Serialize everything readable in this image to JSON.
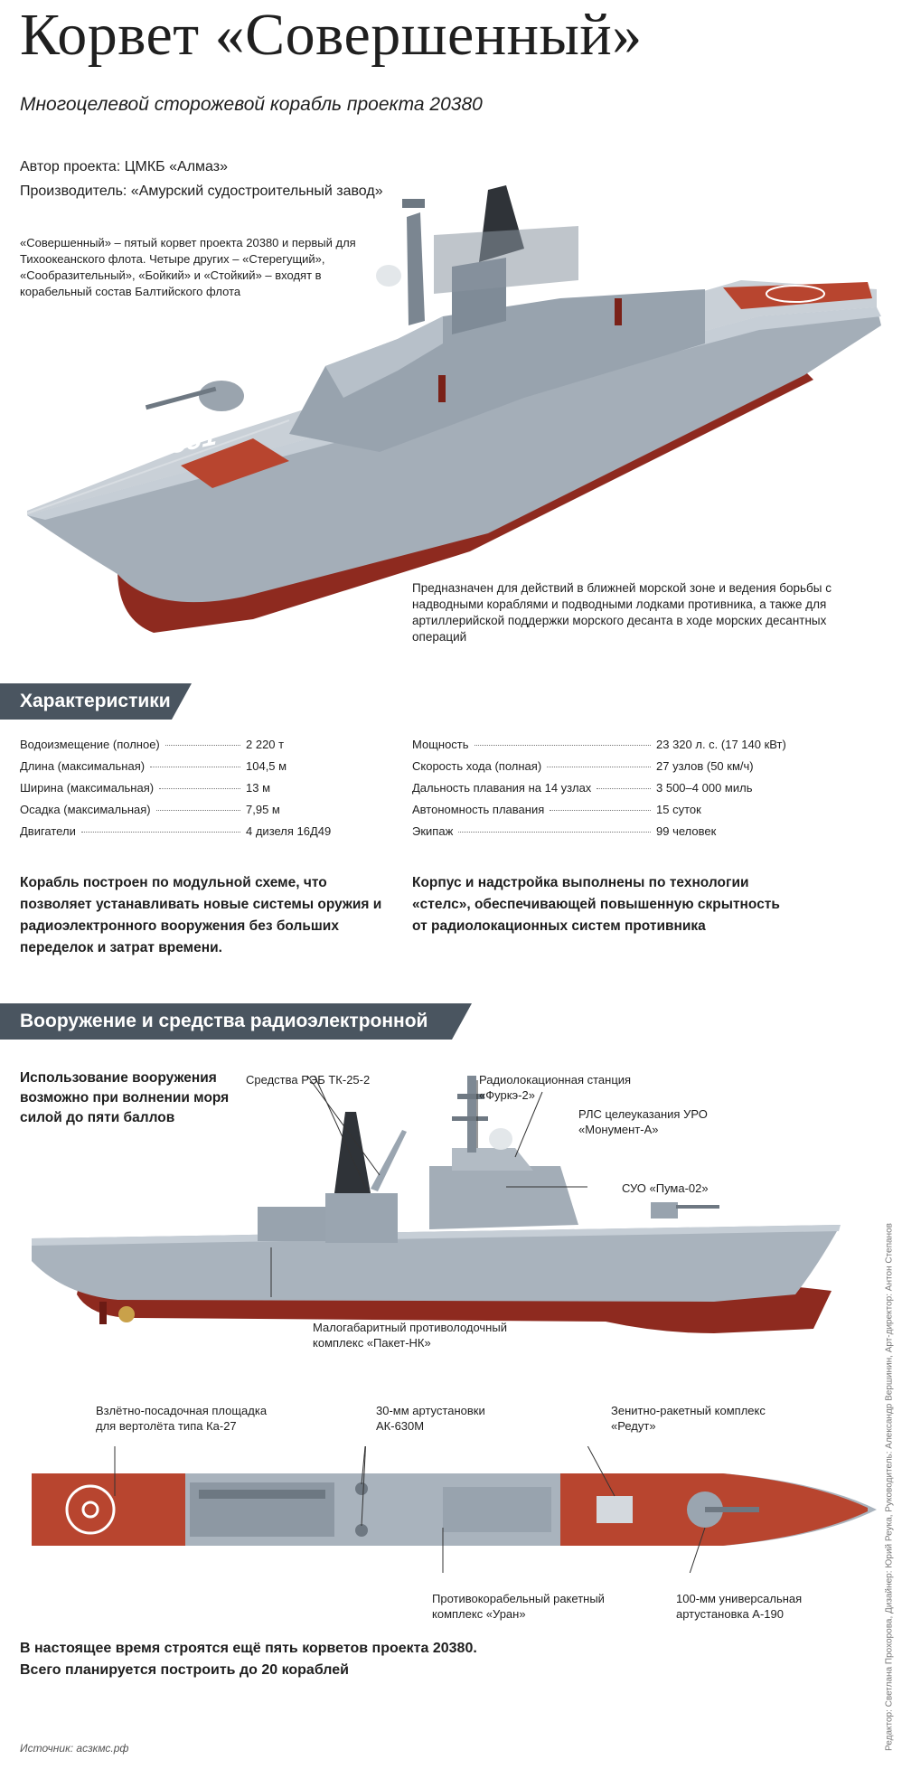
{
  "header": {
    "title": "Корвет «Совершенный»",
    "subtitle": "Многоцелевой сторожевой корабль проекта 20380",
    "author": "Автор проекта: ЦМКБ «Алмаз»",
    "maker": "Производитель: «Амурский судостроительный завод»"
  },
  "intro": "«Совершенный» – пятый корвет проекта 20380 и первый для Тихоокеанского флота. Четыре других – «Стерегущий», «Сообразительный», «Бойкий» и «Стойкий» – входят в корабельный состав Балтийского флота",
  "hull_number": "531",
  "purpose": "Предназначен для действий в ближней морской зоне и ведения борьбы с надводными кораблями и подводными лодками противника, а также для артиллерийской поддержки морского десанта в ходе морских десантных операций",
  "specs": {
    "title": "Характеристики",
    "left": [
      {
        "label": "Водоизмещение (полное)",
        "value": "2 220 т"
      },
      {
        "label": "Длина (максимальная)",
        "value": "104,5 м"
      },
      {
        "label": "Ширина (максимальная)",
        "value": "13 м"
      },
      {
        "label": "Осадка (максимальная)",
        "value": "7,95 м"
      },
      {
        "label": "Двигатели",
        "value": "4 дизеля 16Д49"
      }
    ],
    "right": [
      {
        "label": "Мощность",
        "value": "23 320 л. с. (17 140 кВт)"
      },
      {
        "label": "Скорость хода (полная)",
        "value": "27 узлов (50 км/ч)"
      },
      {
        "label": "Дальность плавания на 14 узлах",
        "value": "3 500–4 000 миль"
      },
      {
        "label": "Автономность плавания",
        "value": "15 суток"
      },
      {
        "label": "Экипаж",
        "value": "99 человек"
      }
    ]
  },
  "notes": {
    "modular": "Корабль построен по модульной схеме, что позволяет устанавливать новые системы оружия и радиоэлектронного вооружения без больших переделок и затрат времени.",
    "stealth": "Корпус и надстройка выполнены по технологии «стелс», обеспечивающей повышенную скрытность от радиолокационных систем противника"
  },
  "weapons": {
    "title": "Вооружение и средства радиоэлектронной борьбы",
    "sea_note": "Использование вооружения возможно при волнении моря силой до пяти баллов",
    "callouts": {
      "ew": "Средства РЭБ ТК-25-2",
      "radar1": "Радиолокационная станция\n«Фуркэ-2»",
      "radar2": "РЛС целеуказания УРО\n«Монумент-А»",
      "fcs": "СУО «Пума-02»",
      "asw": "Малогабаритный противолодочный\nкомплекс «Пакет-НК»",
      "heli": "Взлётно-посадочная площадка\nдля вертолёта типа Ка-27",
      "ciws": "30-мм артустановки\nАК-630М",
      "sam": "Зенитно-ракетный комплекс\n«Редут»",
      "ssm": "Противокорабельный ракетный\nкомплекс «Уран»",
      "gun": "100-мм универсальная\nартустановка А-190"
    }
  },
  "footer": {
    "line1": "В настоящее время строятся ещё пять корветов проекта 20380.",
    "line2": "Всего планируется построить до 20 кораблей",
    "source": "Источник: асзкмс.рф",
    "credits": "Редактор: Светлана Прохорова, Дизайнер: Юрий Реука, Руководитель: Александр Вершинин, Арт-директор: Антон Степанов"
  },
  "colors": {
    "hull_red": "#8e2a1f",
    "deck_red": "#b8452f",
    "hull_grey": "#a9b3bd",
    "band": "#4a5560"
  }
}
